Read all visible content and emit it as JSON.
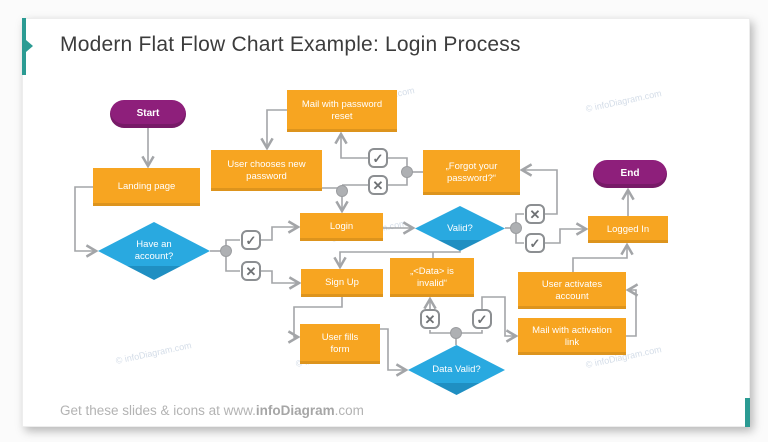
{
  "slide": {
    "title": "Modern Flat Flow Chart Example: Login Process",
    "footer": {
      "prefix": "Get these slides & icons at www.",
      "brand": "infoDiagram",
      "suffix": ".com"
    },
    "watermark": "© infoDiagram.com"
  },
  "flowchart": {
    "nodes": {
      "start": "Start",
      "landing": "Landing page",
      "have_account": "Have an account?",
      "mail_reset": "Mail with password reset",
      "user_chooses": "User chooses new password",
      "forgot": "„Forgot your password?“",
      "login": "Login",
      "valid": "Valid?",
      "signup": "Sign Up",
      "data_invalid": "„<Data> is invalid“",
      "user_fills": "User fills form",
      "data_valid": "Data Valid?",
      "mail_activation": "Mail with activation link",
      "user_activates": "User activates account",
      "logged_in": "Logged In",
      "end": "End"
    },
    "glyphs": {
      "check": "✓",
      "cross": "✕"
    }
  },
  "colors": {
    "node_orange": "#f7a521",
    "node_blue": "#29a9e0",
    "node_purple": "#8e1f7b",
    "accent_teal": "#2b9b93",
    "connector_gray": "#a3a5a8"
  }
}
